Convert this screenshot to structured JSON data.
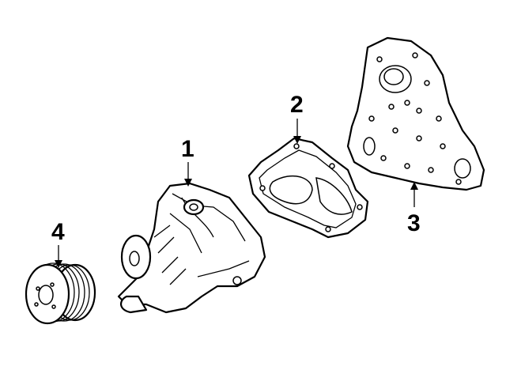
{
  "diagram": {
    "parts": [
      {
        "callout": "1",
        "part": "water-pump"
      },
      {
        "callout": "2",
        "part": "pump-gasket"
      },
      {
        "callout": "3",
        "part": "backing-plate"
      },
      {
        "callout": "4",
        "part": "pulley"
      }
    ],
    "line_color": "#000000",
    "background": "#ffffff"
  }
}
